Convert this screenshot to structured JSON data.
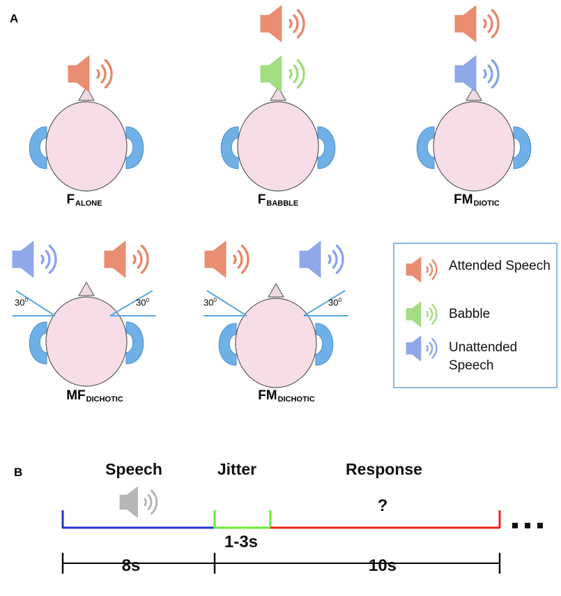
{
  "panels": {
    "a": "A",
    "b": "B"
  },
  "conditions": {
    "f_alone": {
      "main": "F",
      "sub": "ALONE"
    },
    "f_babble": {
      "main": "F",
      "sub": "BABBLE"
    },
    "fm_diotic": {
      "main": "FM",
      "sub": "DIOTIC"
    },
    "mf_dichotic": {
      "main": "MF",
      "sub": "DICHOTIC"
    },
    "fm_dichotic": {
      "main": "FM",
      "sub": "DICHOTIC"
    }
  },
  "angle": {
    "value": "30",
    "unit": "0"
  },
  "legend": {
    "attended": "Attended Speech",
    "babble": "Babble",
    "unattended": "Unattended Speech"
  },
  "timeline": {
    "speech": "Speech",
    "jitter": "Jitter",
    "response": "Response",
    "response_mark": "?",
    "speech_dur": "8s",
    "jitter_dur": "1-3s",
    "response_dur": "10s",
    "continuation": "..."
  },
  "colors": {
    "attended": "#e8876a",
    "babble": "#9fdc7c",
    "unattended": "#8aa4e8",
    "head": "#f6dde7",
    "ear": "#6fb0e6",
    "speech_bar": "#2233cc",
    "jitter_bar": "#66ee33",
    "response_bar": "#e8221a"
  },
  "icons": [
    "speaker-icon",
    "head-icon",
    "ear-icon"
  ]
}
